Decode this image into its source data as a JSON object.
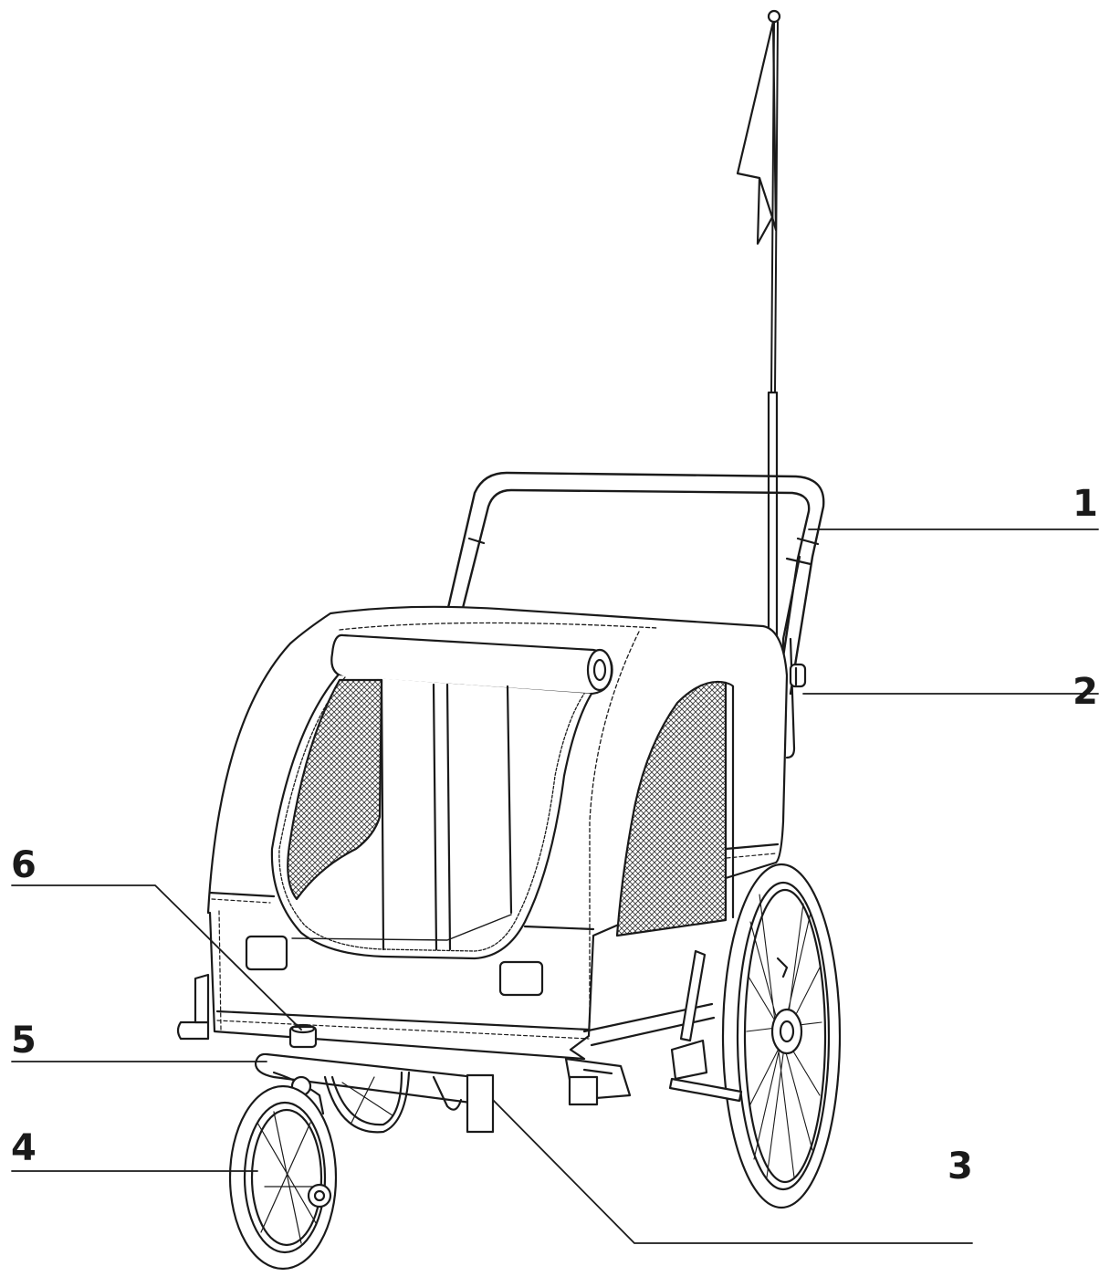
{
  "diagram": {
    "callouts": [
      {
        "id": "1",
        "label": "1"
      },
      {
        "id": "2",
        "label": "2"
      },
      {
        "id": "3",
        "label": "3"
      },
      {
        "id": "4",
        "label": "4"
      },
      {
        "id": "5",
        "label": "5"
      },
      {
        "id": "6",
        "label": "6"
      }
    ],
    "colors": {
      "line": "#1a1a1a",
      "fill": "#ffffff",
      "mesh": "#4a4a4a"
    }
  }
}
